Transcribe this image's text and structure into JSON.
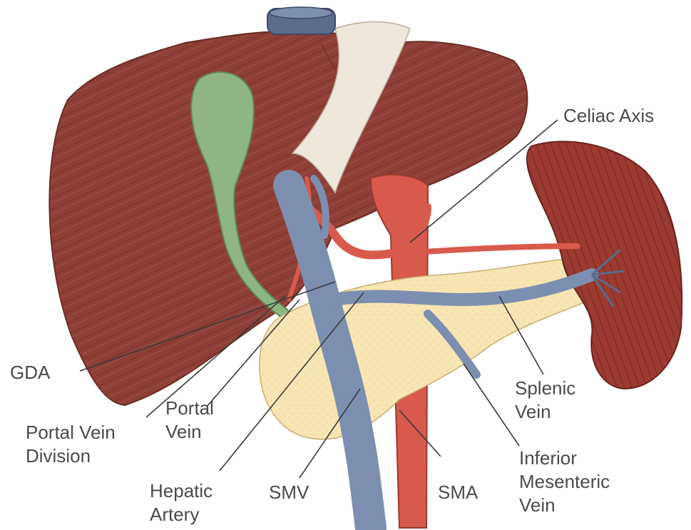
{
  "diagram": {
    "labels": {
      "celiac_axis": "Celiac Axis",
      "gda": "GDA",
      "portal_vein_division": "Portal Vein\nDivision",
      "portal_vein": "Portal\nVein",
      "hepatic_artery": "Hepatic\nArtery",
      "smv": "SMV",
      "sma": "SMA",
      "splenic_vein": "Splenic\nVein",
      "inferior_mesenteric_vein": "Inferior\nMesenteric\nVein"
    },
    "colors": {
      "liver": "#8e4038",
      "spleen": "#9c3b32",
      "gallbladder": "#8fb585",
      "portal_system": "#7d8fb0",
      "arteries": "#d85a4c",
      "pancreas": "#f7e6b4",
      "ligament": "#efe6dc",
      "leader_lines": "#3a3a3a"
    }
  }
}
